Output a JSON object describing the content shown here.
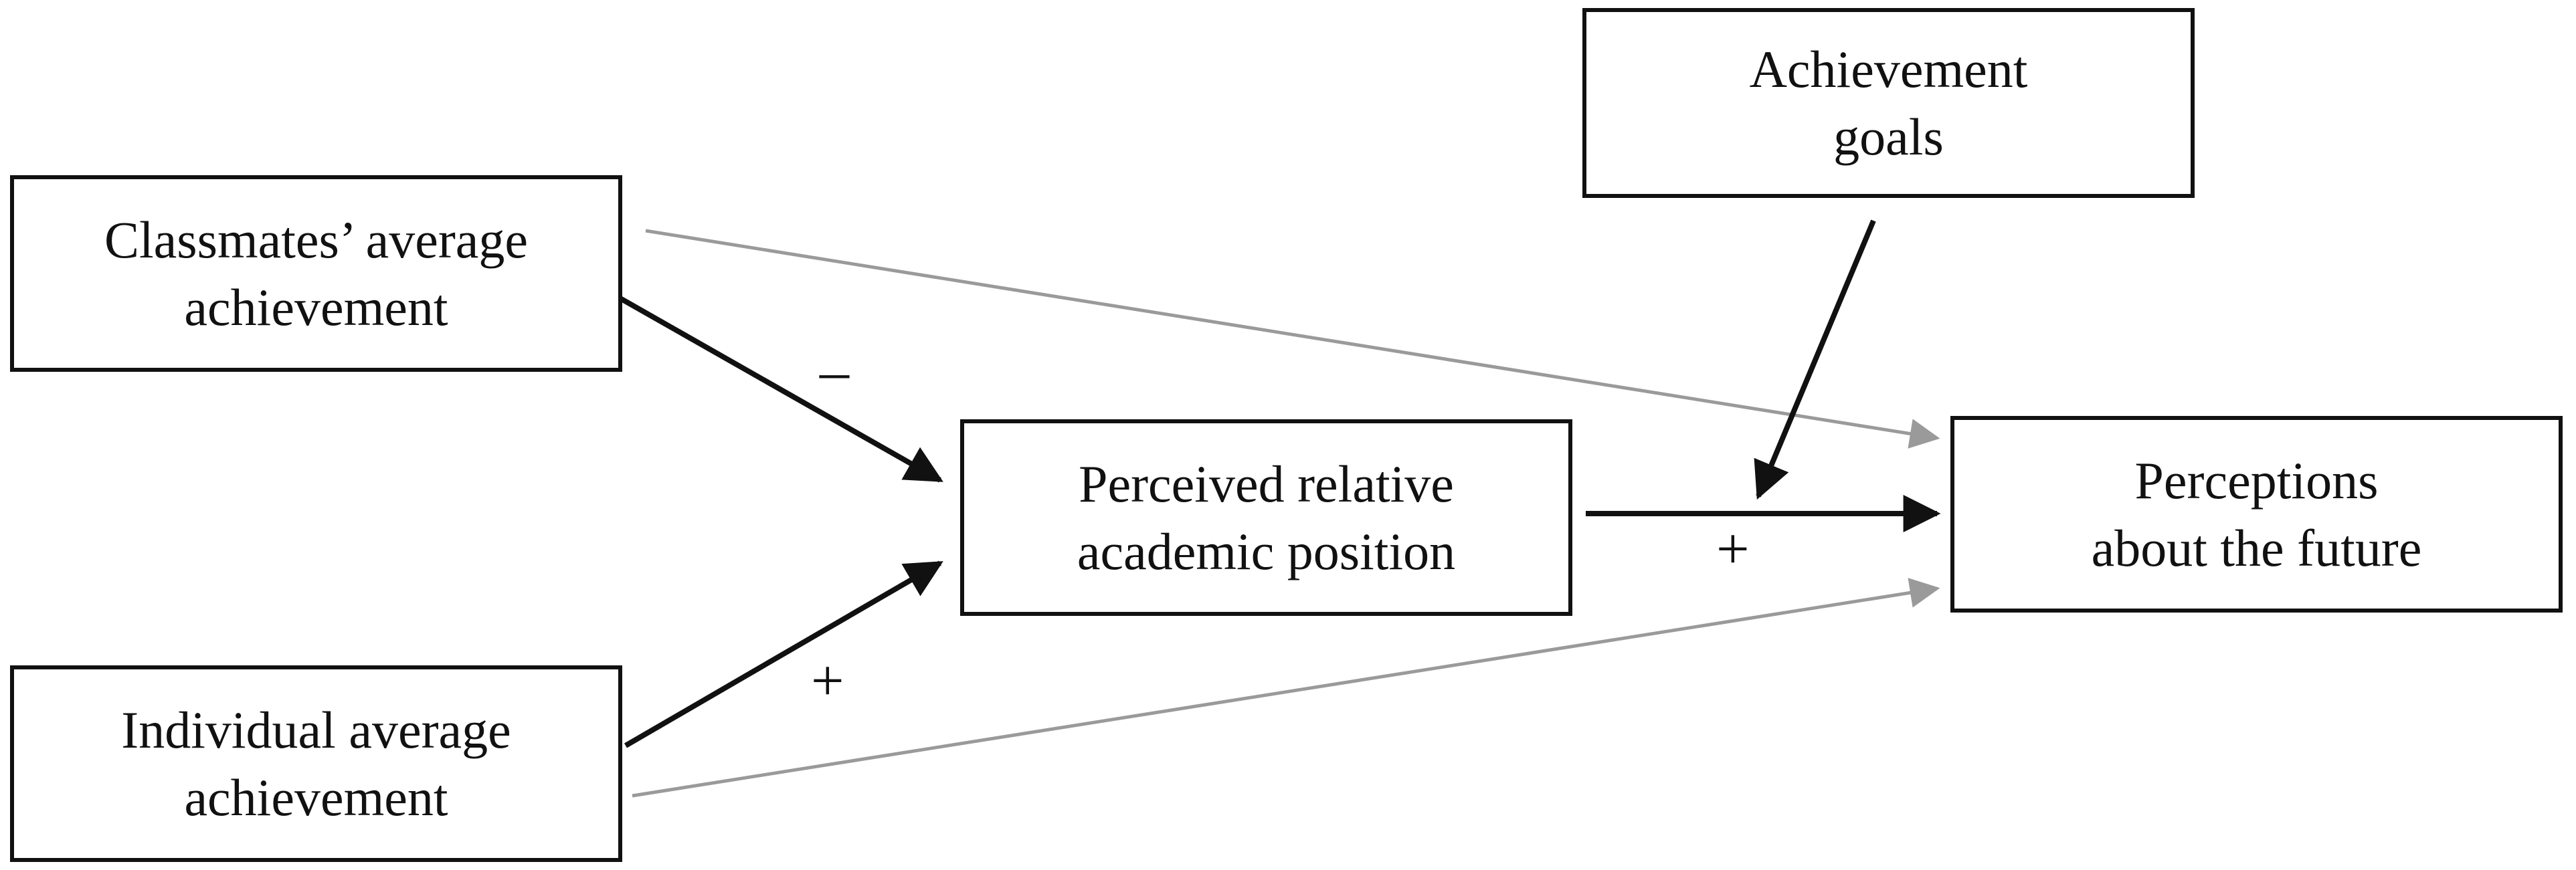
{
  "diagram": {
    "boxes": {
      "classmates": "Classmates’ average\nachievement",
      "individual": "Individual average\nachievement",
      "perceived": "Perceived relative\nacademic position",
      "goals": "Achievement\ngoals",
      "perceptions": "Perceptions\nabout the future"
    },
    "signs": {
      "classmates_to_perceived": "–",
      "individual_to_perceived": "+",
      "perceived_to_perceptions": "+"
    },
    "colors": {
      "primary_arrow": "#111111",
      "secondary_arrow": "#9a9a9a",
      "box_border": "#111111",
      "background": "#ffffff"
    }
  }
}
